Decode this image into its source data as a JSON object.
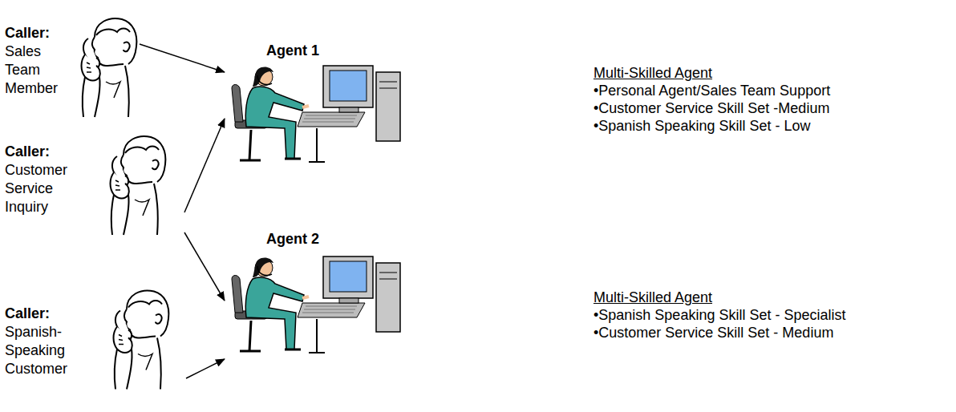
{
  "diagram": {
    "nodes": [
      {
        "text": [
          "Caller:",
          "Sales Team Member"
        ]
      },
      {
        "text": [
          "Agent 1"
        ]
      },
      {
        "text": [
          "Caller:",
          "Customer Service Inquiry"
        ]
      },
      {
        "text": [
          "Agent 2"
        ]
      },
      {
        "text": [
          "Caller:",
          "Spanish-Speaking Customer"
        ]
      }
    ],
    "edges": [
      {
        "from": 0,
        "to": 1,
        "arrow": "to"
      },
      {
        "from": 2,
        "to": 1,
        "arrow": "to"
      },
      {
        "from": 2,
        "to": 3,
        "arrow": "to"
      },
      {
        "from": 4,
        "to": 3,
        "arrow": "to"
      }
    ],
    "labels": [
      "Multi-Skilled Agent",
      "•Personal Agent/Sales Team Support",
      "•Customer Service Skill Set  -Medium",
      "•Spanish Speaking Skill Set - Low",
      "Multi-Skilled Agent",
      "•Spanish Speaking Skill Set - Specialist",
      "•Customer Service Skill Set - Medium"
    ]
  }
}
